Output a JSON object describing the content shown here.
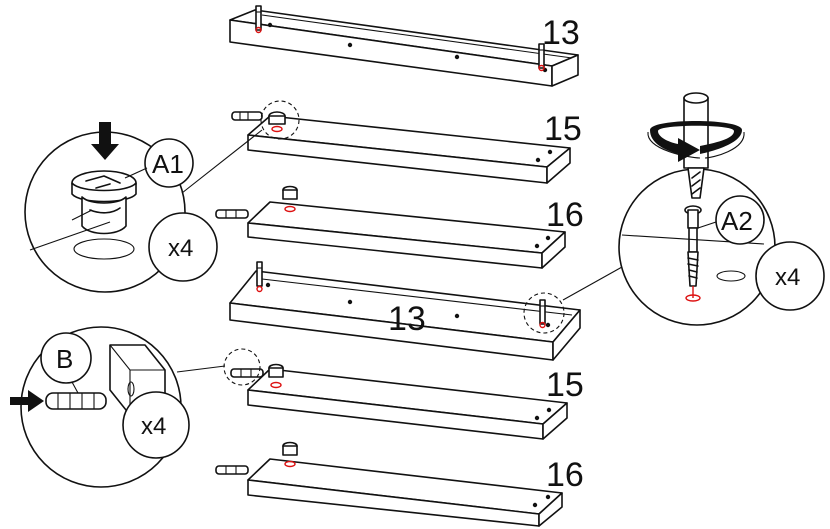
{
  "boards": [
    {
      "number": "13"
    },
    {
      "number": "15"
    },
    {
      "number": "16"
    },
    {
      "number": "13"
    },
    {
      "number": "15"
    },
    {
      "number": "16"
    }
  ],
  "callouts": {
    "cam_lock": {
      "part": "A1",
      "quantity": "x4"
    },
    "cam_screw": {
      "part": "A2",
      "quantity": "x4"
    },
    "dowel": {
      "part": "B",
      "quantity": "x4"
    }
  },
  "colors": {
    "line": "#111111",
    "highlight": "#dd1111",
    "background": "#ffffff"
  },
  "icons": [
    "arrow-down-icon",
    "arrow-right-icon",
    "rotate-icon",
    "screwdriver-icon"
  ]
}
